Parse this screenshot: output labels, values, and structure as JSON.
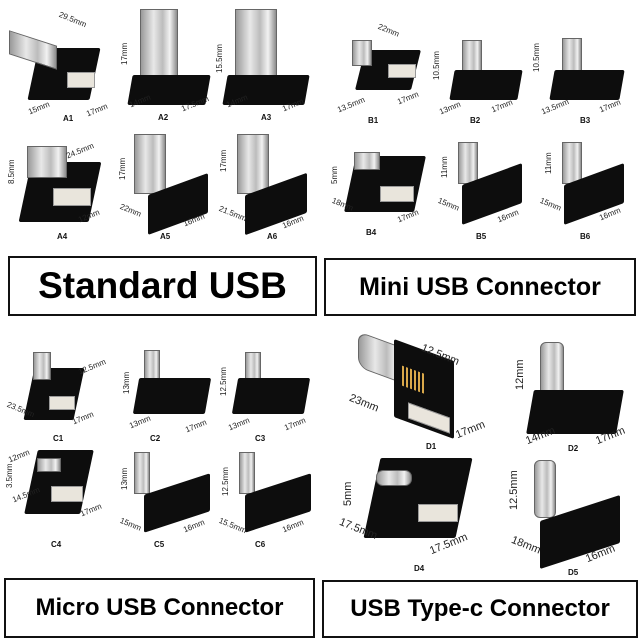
{
  "sections": {
    "standard": "Standard USB",
    "mini": "Mini USB Connector",
    "micro": "Micro USB Connector",
    "typec": "USB Type-c Connector"
  },
  "items": {
    "A1": {
      "code": "A1",
      "d1": "29.5mm",
      "d2": "15mm",
      "d3": "17mm"
    },
    "A2": {
      "code": "A2",
      "d1": "17mm",
      "d2": "14mm",
      "d3": "17.5mm"
    },
    "A3": {
      "code": "A3",
      "d1": "15.5mm",
      "d2": "14mm",
      "d3": "17mm"
    },
    "A4": {
      "code": "A4",
      "d1": "24.5mm",
      "d2": "8.5mm",
      "d3": "12mm"
    },
    "A5": {
      "code": "A5",
      "d1": "17mm",
      "d2": "22mm",
      "d3": "16mm"
    },
    "A6": {
      "code": "A6",
      "d1": "17mm",
      "d2": "21.5mm",
      "d3": "16mm"
    },
    "B1": {
      "code": "B1",
      "d1": "22mm",
      "d2": "13.5mm",
      "d3": "17mm"
    },
    "B2": {
      "code": "B2",
      "d1": "10.5mm",
      "d2": "13mm",
      "d3": "17mm"
    },
    "B3": {
      "code": "B3",
      "d1": "10.5mm",
      "d2": "13.5mm",
      "d3": "17mm"
    },
    "B4": {
      "code": "B4",
      "d1": "5mm",
      "d2": "18mm",
      "d3": "17mm"
    },
    "B5": {
      "code": "B5",
      "d1": "11mm",
      "d2": "15mm",
      "d3": "16mm"
    },
    "B6": {
      "code": "B6",
      "d1": "11mm",
      "d2": "15mm",
      "d3": "16mm"
    },
    "C1": {
      "code": "C1",
      "d1": "12.5mm",
      "d2": "23.5mm",
      "d3": "17mm"
    },
    "C2": {
      "code": "C2",
      "d1": "13mm",
      "d2": "13mm",
      "d3": "17mm"
    },
    "C3": {
      "code": "C3",
      "d1": "12.5mm",
      "d2": "13mm",
      "d3": "17mm"
    },
    "C4": {
      "code": "C4",
      "d1": "12mm",
      "d2": "3.5mm",
      "d3": "14.5mm",
      "d4": "17mm"
    },
    "C5": {
      "code": "C5",
      "d1": "13mm",
      "d2": "15mm",
      "d3": "16mm"
    },
    "C6": {
      "code": "C6",
      "d1": "12.5mm",
      "d2": "15.5mm",
      "d3": "16mm"
    },
    "D1": {
      "code": "D1",
      "d1": "12.5mm",
      "d2": "23mm",
      "d3": "17mm"
    },
    "D2": {
      "code": "D2",
      "d1": "12mm",
      "d2": "14mm",
      "d3": "17mm"
    },
    "D4": {
      "code": "D4",
      "d1": "5mm",
      "d2": "17.5mm",
      "d3": "17.5mm"
    },
    "D5": {
      "code": "D5",
      "d1": "12.5mm",
      "d2": "18mm",
      "d3": "16mm"
    }
  }
}
